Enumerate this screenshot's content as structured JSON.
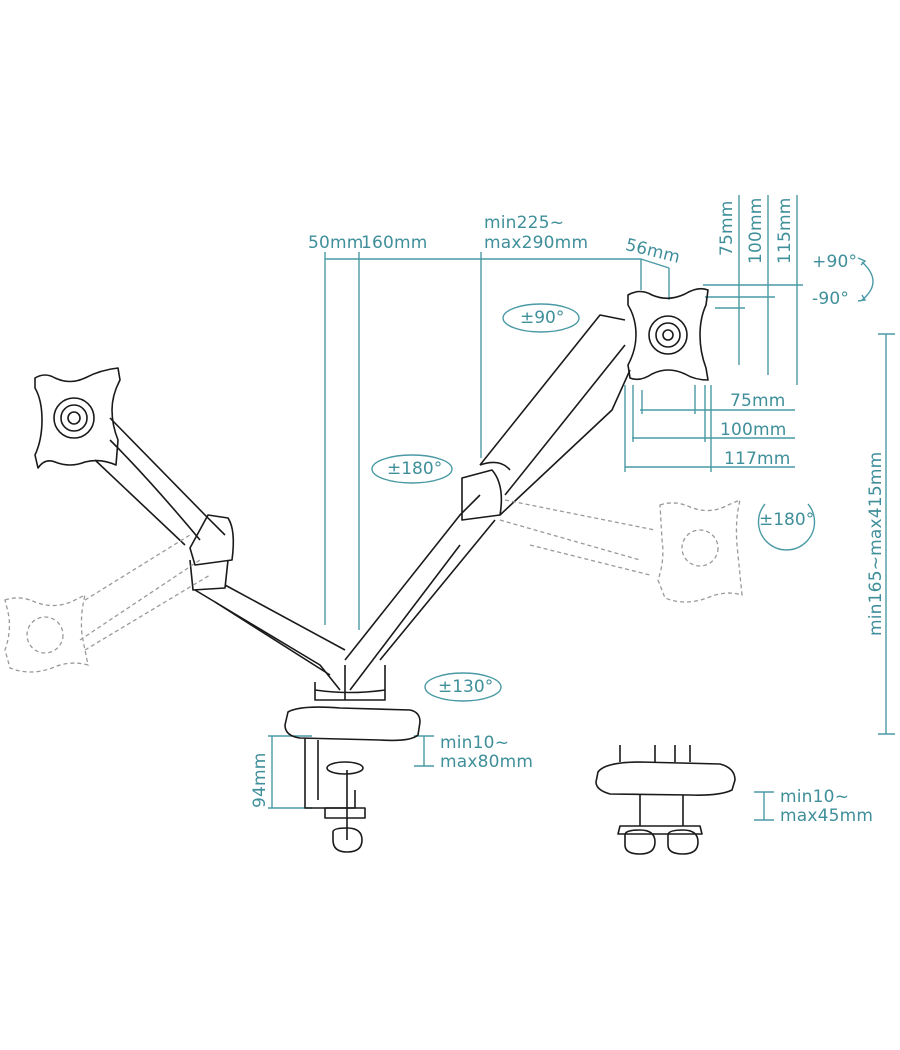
{
  "diagram": {
    "subject": "Dual monitor gas-spring arm with desk clamp and grommet mounting",
    "colors": {
      "dimension_lines": "#4a9aa5",
      "dimension_text": "#3f8f9a",
      "line_art": "#1a1a1a",
      "background": "#ffffff"
    },
    "top_dimensions": {
      "d1": "50mm",
      "d2": "160mm",
      "d3_line1": "min225~",
      "d3_line2": "max290mm",
      "d4": "56mm"
    },
    "vesa_vertical": {
      "v1": "75mm",
      "v2": "100mm",
      "v3": "115mm"
    },
    "vesa_horizontal": {
      "h1": "75mm",
      "h2": "100mm",
      "h3": "117mm"
    },
    "tilt": {
      "up": "+90°",
      "down": "-90°"
    },
    "rotations": {
      "swivel_head": "±90°",
      "arm_elbow": "±180°",
      "panel_rotation": "±180°",
      "base": "±130°"
    },
    "height_range": "min165~max415mm",
    "clamp": {
      "height": "94mm",
      "range_line1": "min10~",
      "range_line2": "max80mm"
    },
    "grommet": {
      "range_line1": "min10~",
      "range_line2": "max45mm"
    }
  }
}
